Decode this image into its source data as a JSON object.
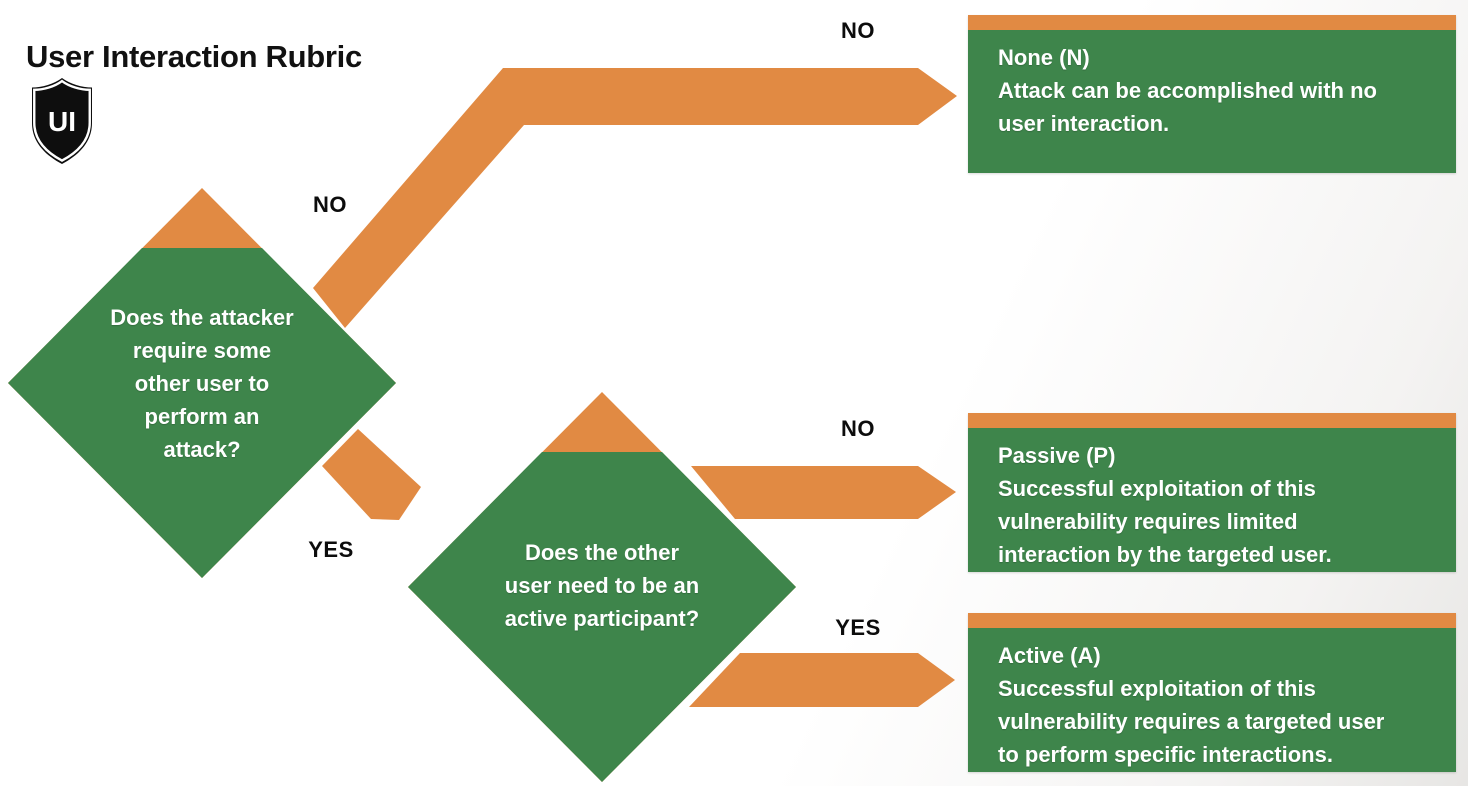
{
  "page": {
    "title": "User Interaction Rubric"
  },
  "badge": {
    "text": "UI"
  },
  "colors": {
    "green": "#3E854B",
    "orange": "#E18A43",
    "label_text": "#0c0c0c",
    "box_text": "#ffffff"
  },
  "decisions": [
    {
      "question": "Does the attacker\nrequire some\nother user to\nperform an\nattack?",
      "no_label": "NO",
      "yes_label": "YES"
    },
    {
      "question": "Does the other\nuser need to be an\nactive participant?",
      "no_label": "NO",
      "yes_label": "YES"
    }
  ],
  "edge_labels": {
    "no_to_none": "NO"
  },
  "outcomes": [
    {
      "title": "None (N)",
      "description": "Attack can be accomplished with no\nuser interaction."
    },
    {
      "title": "Passive (P)",
      "description": "Successful exploitation of this\nvulnerability requires limited\ninteraction by the targeted user."
    },
    {
      "title": "Active (A)",
      "description": "Successful exploitation of this\nvulnerability requires a targeted user\nto perform specific interactions."
    }
  ]
}
